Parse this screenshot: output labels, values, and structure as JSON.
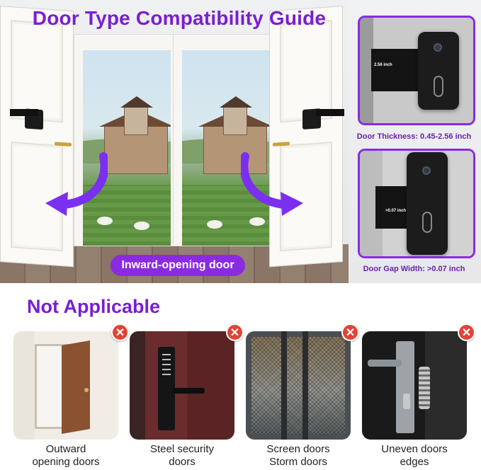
{
  "header": {
    "title": "Door Type Compatibility Guide",
    "inward_label": "Inward-opening door"
  },
  "insets": {
    "thickness_tag": "2.56 inch",
    "thickness_caption": "Door Thickness: 0.45-2.56 inch",
    "gap_tag": ">0.07 inch",
    "gap_caption": "Door Gap Width: >0.07 inch"
  },
  "not_applicable": {
    "title": "Not Applicable",
    "badge_symbol": "✕",
    "items": [
      {
        "line1": "Outward",
        "line2": "opening doors"
      },
      {
        "line1": "Steel security",
        "line2": "doors"
      },
      {
        "line1": "Screen doors",
        "line2": "Storm doors"
      },
      {
        "line1": "Uneven doors",
        "line2": "edges"
      }
    ]
  },
  "colors": {
    "accent": "#7a1fd0",
    "pill": "#8a2be2",
    "badge": "#e04437"
  }
}
